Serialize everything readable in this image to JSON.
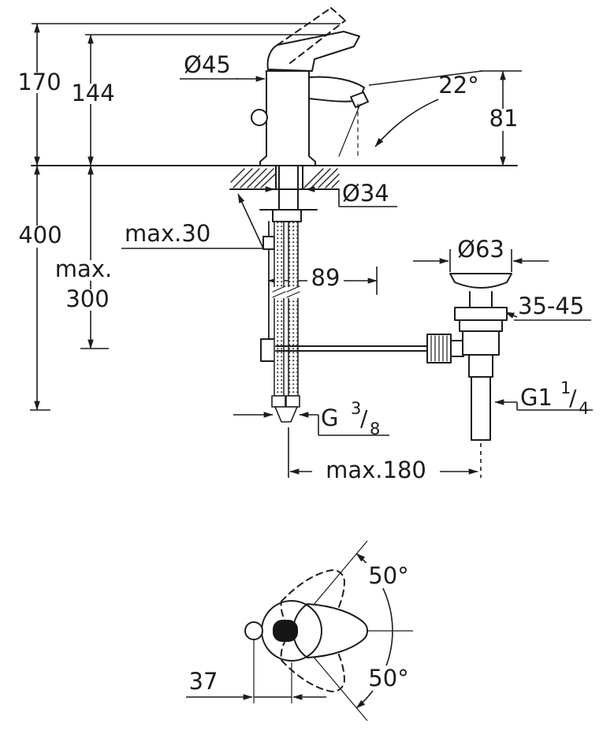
{
  "drawing": {
    "type": "technical-dimension-drawing",
    "subject": "single-lever basin mixer faucet with pop-up waste",
    "line_color": "#1c1c1c",
    "background": "#ffffff",
    "front": {
      "total_height": "170",
      "handle_height": "144",
      "base_diameter": "Ø45",
      "spout_angle": "22°",
      "spout_height": "81",
      "install_height": "400",
      "deck_thickness": "max.30",
      "hole_diameter": "Ø34",
      "hose_label_line1": "max.",
      "hose_label_line2": "300",
      "rod_offset": "89",
      "waste_diameter": "Ø63",
      "deck_range": "35-45",
      "reach": "max.180",
      "supply_thread": {
        "prefix": "G",
        "numerator": "3",
        "slash": "/",
        "denominator": "8"
      },
      "waste_thread": {
        "prefix": "G1",
        "numerator": "1",
        "slash": "/",
        "denominator": "4"
      }
    },
    "top": {
      "swing_upper": "50°",
      "swing_lower": "50°",
      "spout_offset": "37"
    }
  }
}
